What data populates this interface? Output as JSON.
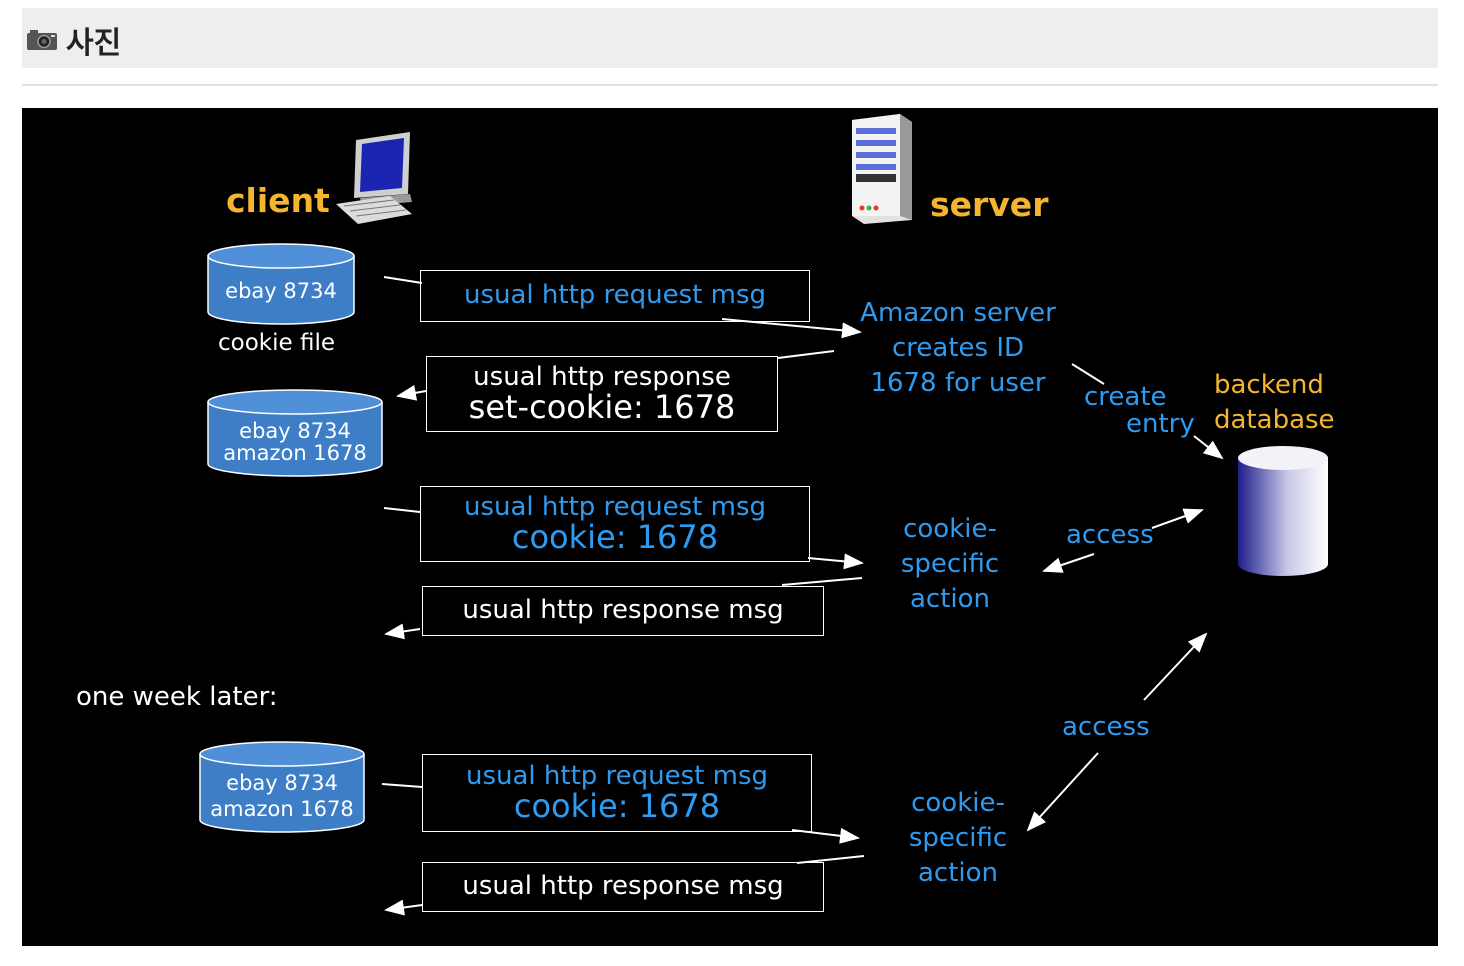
{
  "header": {
    "icon": "camera-icon",
    "title": "사진"
  },
  "diagram": {
    "client_label": "client",
    "server_label": "server",
    "cookie_file_label": "cookie file",
    "cookie_file_1": "ebay 8734",
    "cookie_file_2": [
      "ebay 8734",
      "amazon 1678"
    ],
    "cookie_file_3": [
      "ebay 8734",
      "amazon 1678"
    ],
    "msg_request_1": "usual http request msg",
    "msg_response_1": [
      "usual http response",
      "set-cookie: 1678"
    ],
    "msg_request_2": [
      "usual http request msg",
      "cookie: 1678"
    ],
    "msg_response_2": "usual http response msg",
    "msg_request_3": [
      "usual http request msg",
      "cookie: 1678"
    ],
    "msg_response_3": "usual http response msg",
    "server_note": [
      "Amazon server",
      "creates ID",
      "1678 for user"
    ],
    "create_entry": [
      "create",
      "entry"
    ],
    "backend_db": [
      "backend",
      "database"
    ],
    "action_1": [
      "cookie-",
      "specific",
      "action"
    ],
    "action_2": [
      "cookie-",
      "specific",
      "action"
    ],
    "access_1": "access",
    "access_2": "access",
    "one_week_later": "one week later:",
    "colors": {
      "background": "#000000",
      "label_blue": "#2f9bf0",
      "label_gold": "#f6b52e",
      "drum_blue": "#3d7ec7"
    },
    "icons": [
      "computer-icon",
      "server-icon",
      "database-icon"
    ]
  }
}
